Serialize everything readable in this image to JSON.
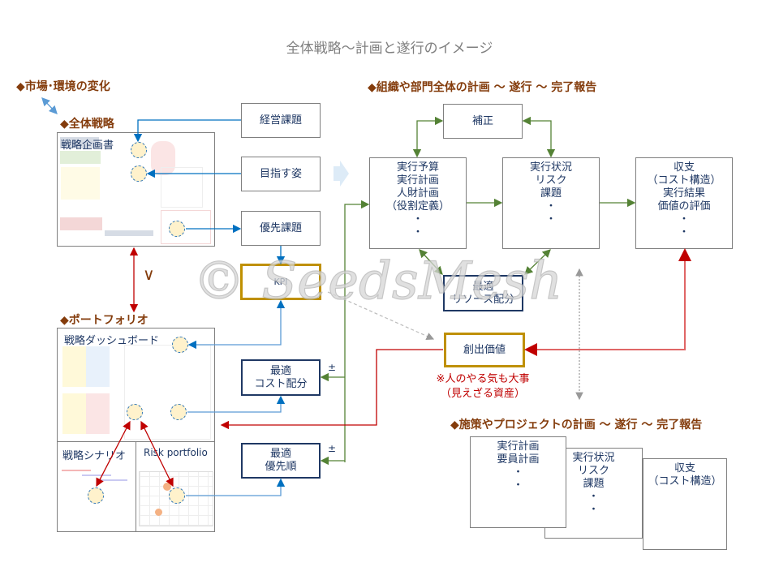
{
  "title": "全体戦略～計画と遂行のイメージ",
  "left": {
    "market_heading": "◆市場･環境の変化",
    "strategy_heading": "◆全体戦略",
    "plan_doc_label": "戦略企画書",
    "greater_mark": "∨",
    "portfolio_heading": "◆ポートフォリオ",
    "dashboard_label": "戦略ダッシュボード",
    "scenario_label": "戦略シナリオ",
    "risk_label": "Risk portfolio"
  },
  "middle": {
    "mgmt_issue": "経営課題",
    "target": "目指す姿",
    "priority_issue": "優先課題",
    "kpi": "KPI",
    "cost_alloc": [
      "最適",
      "コスト配分"
    ],
    "priority_order": [
      "最適",
      "優先順"
    ],
    "plus_minus_1": "±",
    "plus_minus_2": "±"
  },
  "org": {
    "heading": "◆組織や部門全体の計画 ～ 遂行 ～ 完了報告",
    "correction": "補正",
    "plan_box": [
      "実行予算",
      "実行計画",
      "人財計画",
      "（役割定義）",
      "・",
      "・"
    ],
    "status_box": [
      "実行状況",
      "リスク",
      "課題",
      "・",
      "・"
    ],
    "result_box": [
      "収支",
      "（コスト構造）",
      "実行結果",
      "価値の評価",
      "・",
      "・"
    ],
    "resource_alloc": [
      "最適",
      "リソース配分"
    ],
    "created_value": "創出価値",
    "note": [
      "※人のやる気も大事",
      "（見えざる資産）"
    ]
  },
  "project": {
    "heading": "◆施策やプロジェクトの計画 ～ 遂行 ～ 完了報告",
    "plan_page": [
      "実行計画",
      "要員計画",
      "・",
      "・"
    ],
    "status_page": [
      "実行状況",
      "リスク",
      "課題",
      "・",
      "・"
    ],
    "result_page": [
      "収支",
      "（コスト構造）"
    ]
  },
  "watermark": "© SeedsMesh",
  "colors": {
    "heading": "#843C0C",
    "navy": "#1F3864",
    "gold": "#BF9000",
    "green": "#548235",
    "blue": "#0070C0",
    "red": "#C00000"
  }
}
